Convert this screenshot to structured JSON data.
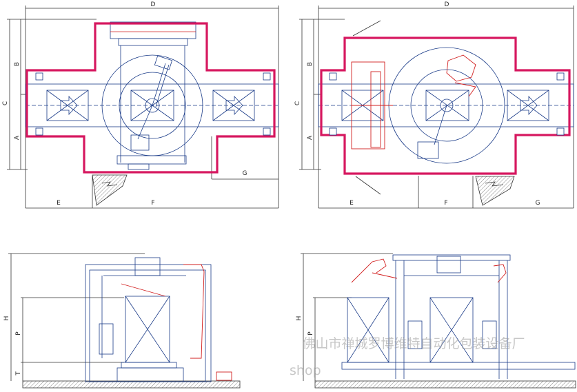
{
  "drawings": {
    "top_left": {
      "labels": {
        "D": "D",
        "C": "C",
        "B": "B",
        "A": "A",
        "E": "E",
        "F": "F",
        "G": "G"
      }
    },
    "top_right": {
      "labels": {
        "D": "D",
        "C": "C",
        "B": "B",
        "A": "A",
        "E": "E",
        "F": "F",
        "G": "G"
      }
    },
    "bottom_left": {
      "labels": {
        "H": "H",
        "P": "P",
        "T": "T"
      }
    },
    "bottom_right": {
      "labels": {
        "H": "H",
        "P": "P"
      }
    }
  },
  "watermark": {
    "line1": "佛山市禅城罗博维特自动化包装设备厂",
    "line2": "shop"
  },
  "colors": {
    "outline": "#d6175f",
    "structure": "#1a3b88",
    "detail": "#d21f1f",
    "dimension": "#333333"
  }
}
